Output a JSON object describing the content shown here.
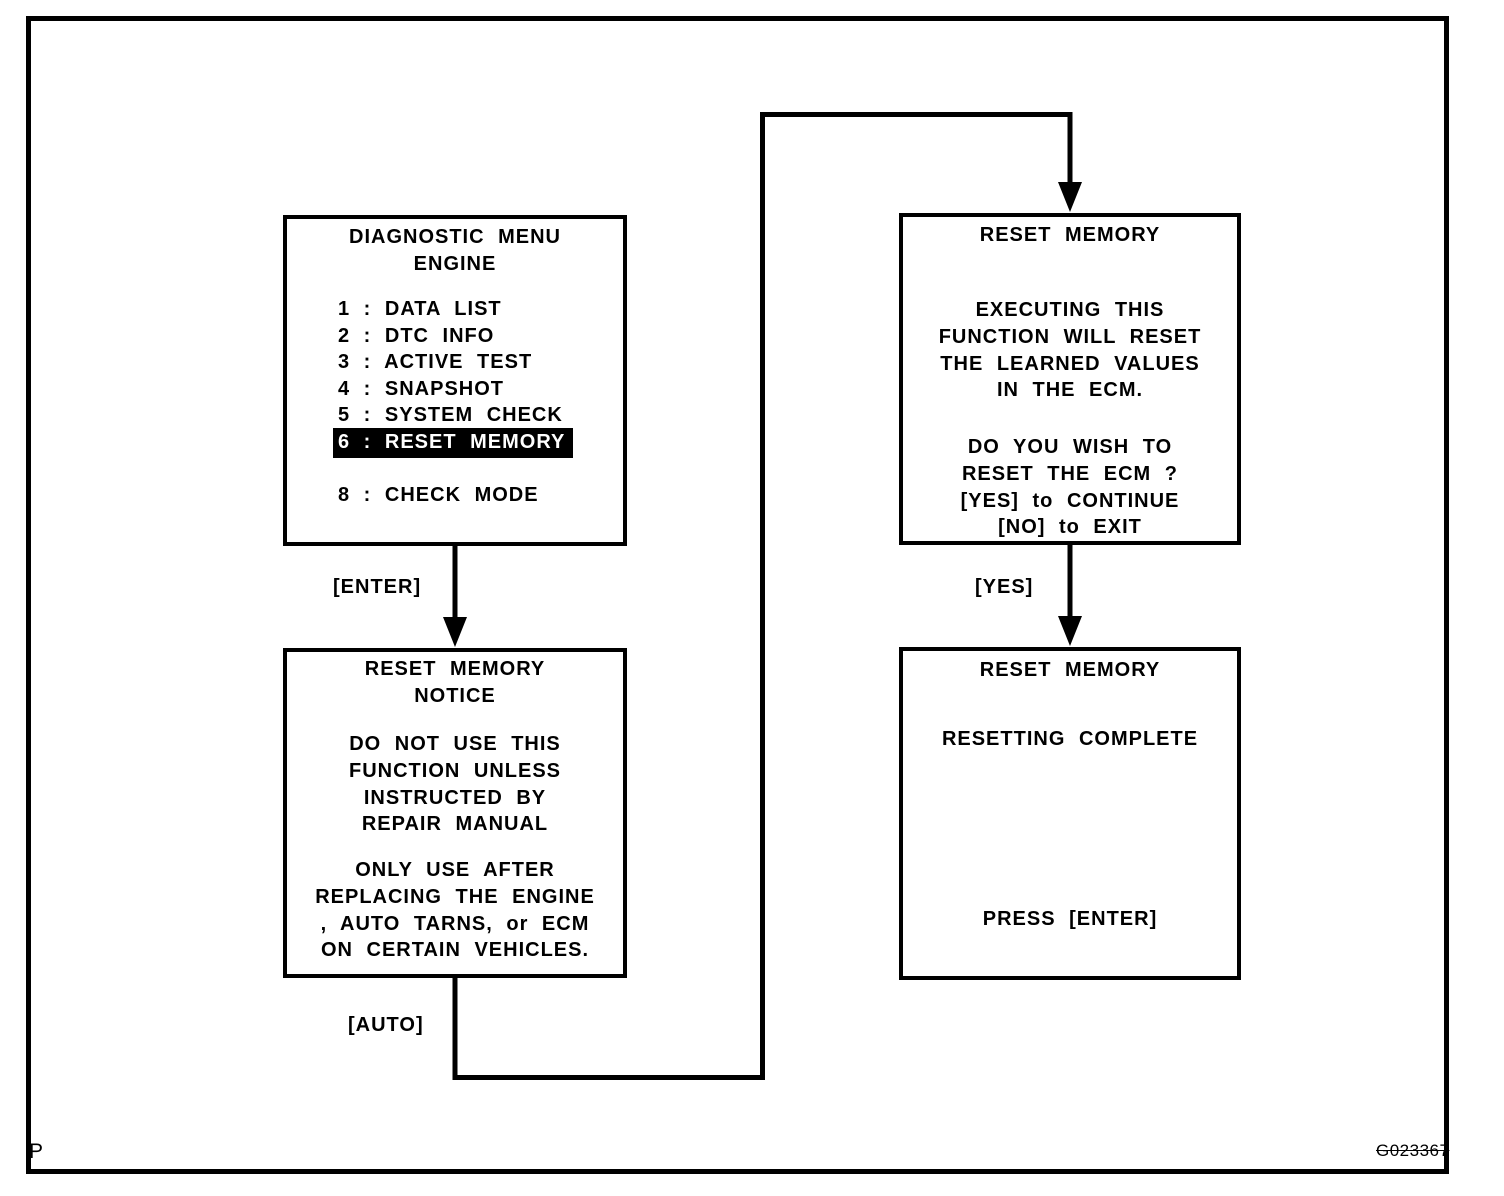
{
  "colors": {
    "ink": "#000000",
    "paper": "#ffffff"
  },
  "page": {
    "corner_letter": "P",
    "figure_code": "G023367"
  },
  "connector_labels": {
    "enter": "[ENTER]",
    "yes": "[YES]",
    "auto": "[AUTO]"
  },
  "screens": {
    "diagnostic_menu": {
      "title": [
        "DIAGNOSTIC MENU",
        "ENGINE"
      ],
      "items": [
        "1 : DATA LIST",
        "2 : DTC INFO",
        "3 : ACTIVE TEST",
        "4 : SNAPSHOT",
        "5 : SYSTEM CHECK",
        "6 : RESET MEMORY",
        "8 : CHECK MODE"
      ],
      "highlighted_index": 5
    },
    "reset_confirm": {
      "title": "RESET MEMORY",
      "body1": [
        "EXECUTING THIS",
        "FUNCTION WILL RESET",
        "THE LEARNED VALUES",
        "IN THE ECM."
      ],
      "body2": [
        "DO YOU WISH TO",
        "RESET THE ECM ?",
        "[YES] to CONTINUE",
        "[NO] to EXIT"
      ]
    },
    "reset_notice": {
      "title": [
        "RESET MEMORY",
        "NOTICE"
      ],
      "body1": [
        "DO NOT USE THIS",
        "FUNCTION UNLESS",
        "INSTRUCTED BY",
        "REPAIR MANUAL"
      ],
      "body2": [
        "ONLY USE AFTER",
        "REPLACING THE ENGINE",
        ", AUTO TARNS, or ECM",
        "ON CERTAIN VEHICLES."
      ]
    },
    "reset_complete": {
      "title": "RESET MEMORY",
      "status": "RESETTING COMPLETE",
      "action": "PRESS [ENTER]"
    }
  }
}
